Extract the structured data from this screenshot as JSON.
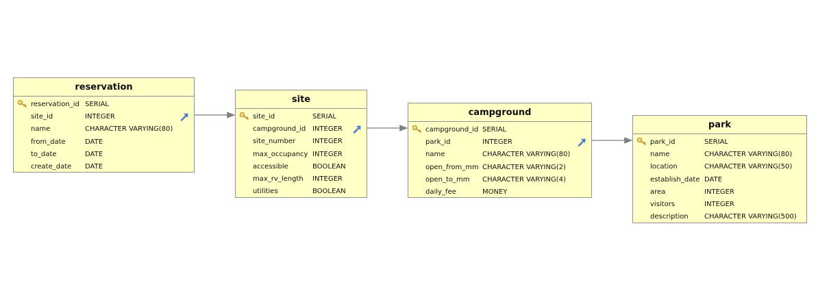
{
  "colors": {
    "entity_fill": "#ffffc6",
    "border": "#8f8f8f",
    "key_icon": "#e8c25a",
    "fk_icon": "#4a7fc4",
    "connector": "#808080"
  },
  "entities": {
    "reservation": {
      "title": "reservation",
      "columns": [
        {
          "name": "reservation_id",
          "type": "SERIAL",
          "icon": "primary-key-icon"
        },
        {
          "name": "site_id",
          "type": "INTEGER",
          "icon": "foreign-key-arrow-icon"
        },
        {
          "name": "name",
          "type": "CHARACTER VARYING(80)"
        },
        {
          "name": "from_date",
          "type": "DATE"
        },
        {
          "name": "to_date",
          "type": "DATE"
        },
        {
          "name": "create_date",
          "type": "DATE"
        }
      ]
    },
    "site": {
      "title": "site",
      "columns": [
        {
          "name": "site_id",
          "type": "SERIAL",
          "icon": "primary-key-icon"
        },
        {
          "name": "campground_id",
          "type": "INTEGER",
          "icon": "foreign-key-arrow-icon"
        },
        {
          "name": "site_number",
          "type": "INTEGER"
        },
        {
          "name": "max_occupancy",
          "type": "INTEGER"
        },
        {
          "name": "accessible",
          "type": "BOOLEAN"
        },
        {
          "name": "max_rv_length",
          "type": "INTEGER"
        },
        {
          "name": "utilities",
          "type": "BOOLEAN"
        }
      ]
    },
    "campground": {
      "title": "campground",
      "columns": [
        {
          "name": "campground_id",
          "type": "SERIAL",
          "icon": "primary-key-icon"
        },
        {
          "name": "park_id",
          "type": "INTEGER",
          "icon": "foreign-key-arrow-icon"
        },
        {
          "name": "name",
          "type": "CHARACTER VARYING(80)"
        },
        {
          "name": "open_from_mm",
          "type": "CHARACTER VARYING(2)"
        },
        {
          "name": "open_to_mm",
          "type": "CHARACTER VARYING(4)"
        },
        {
          "name": "daily_fee",
          "type": "MONEY"
        }
      ]
    },
    "park": {
      "title": "park",
      "columns": [
        {
          "name": "park_id",
          "type": "SERIAL",
          "icon": "primary-key-icon"
        },
        {
          "name": "name",
          "type": "CHARACTER VARYING(80)"
        },
        {
          "name": "location",
          "type": "CHARACTER VARYING(50)"
        },
        {
          "name": "establish_date",
          "type": "DATE"
        },
        {
          "name": "area",
          "type": "INTEGER"
        },
        {
          "name": "visitors",
          "type": "INTEGER"
        },
        {
          "name": "description",
          "type": "CHARACTER VARYING(500)"
        }
      ]
    }
  }
}
